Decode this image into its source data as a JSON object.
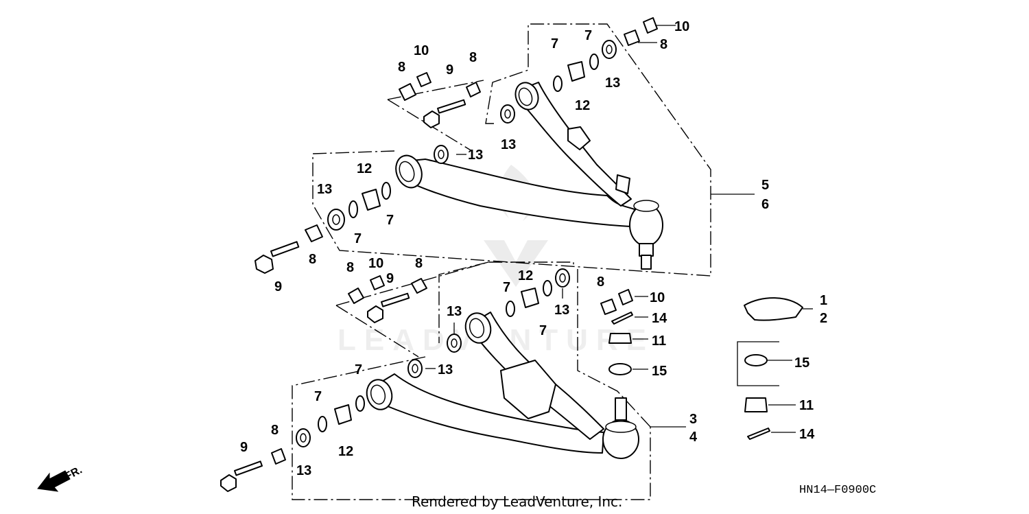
{
  "diagram": {
    "code": "HN14—F0900C",
    "credit": "Rendered by LeadVenture, Inc.",
    "front_label": "FR.",
    "watermark": "LEADVENTURE"
  },
  "callouts": {
    "upper_bolt_left": "9",
    "upper_collar_left": "8",
    "upper_bearing_left": "13",
    "upper_oring_left_a": "7",
    "upper_bushing_left": "12",
    "upper_oring_left_b": "7",
    "upper_bearing_inner_left": "13",
    "upper_rear_collar_a": "8",
    "upper_rear_nut": "10",
    "upper_rear_bolt": "9",
    "upper_rear_collar_b": "8",
    "upper_rear_bearing": "13",
    "upper_right_oring_a": "7",
    "upper_right_oring_b": "7",
    "upper_right_bushing": "12",
    "upper_right_bearing": "13",
    "upper_right_nut": "10",
    "upper_right_collar": "8",
    "upper_arm_ref_a": "5",
    "upper_arm_ref_b": "6",
    "lower_rear_collar_a": "8",
    "lower_rear_nut": "10",
    "lower_rear_bolt": "9",
    "lower_rear_collar_b": "8",
    "lower_rear_oring": "7",
    "lower_rear_bushing": "12",
    "lower_rear_oring_b": "7",
    "lower_rear_bearing": "13",
    "lower_inner_bearing": "13",
    "lower_inner_bearing_b": "13",
    "lower_front_collar": "8",
    "lower_front_nut": "10",
    "cotter_pin_a": "14",
    "castle_nut_a": "11",
    "washer_a": "15",
    "lower_front_oring_a": "7",
    "lower_front_oring_b": "7",
    "lower_front_bushing": "12",
    "lower_front_bearing": "13",
    "lower_front_bolt": "9",
    "lower_front_collar_b": "8",
    "lower_arm_ref_a": "3",
    "lower_arm_ref_b": "4",
    "guard_ref_a": "1",
    "guard_ref_b": "2",
    "washer_b": "15",
    "castle_nut_b": "11",
    "cotter_pin_b": "14"
  }
}
